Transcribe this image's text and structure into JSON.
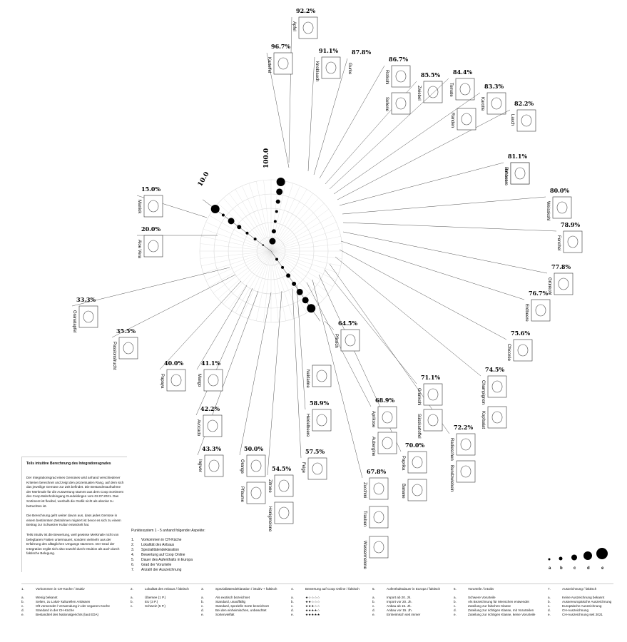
{
  "chart_data": {
    "type": "radial-bar",
    "axis_labels": [
      "100.0",
      "10.0"
    ],
    "categories": [
      "Apfel",
      "Kartoffel",
      "Knoblauch",
      "Gurke",
      "Rotkohl",
      "Zwiebel",
      "Tomate",
      "Karotte",
      "Lauch",
      "Himbeere",
      "Weisskohl",
      "Fenchel",
      "Grünkohl",
      "Erdbeere",
      "Chicorée",
      "Champignon",
      "Radieschen",
      "Grünkohl",
      "Paprika",
      "Zucchini",
      "Aprikose",
      "Heidelbeere",
      "Feige",
      "Pfirsich",
      "Zitrone",
      "Orange",
      "Ingwer",
      "Avocado",
      "Mango",
      "Papaya",
      "Passionsfrucht",
      "Granatapfel",
      "Aloe Vera",
      "Maniok",
      "Sellerie",
      "Randen",
      "Bohnen",
      "Kopfsalat",
      "Süsskartoffel",
      "Bundzwiebeln",
      "Banane",
      "Trauben",
      "Wassermelone",
      "Aubergine",
      "Nektarine",
      "Pflaume",
      "Honigmelone"
    ],
    "values": [
      92.2,
      96.7,
      91.1,
      87.8,
      86.7,
      85.5,
      84.4,
      83.3,
      82.2,
      81.1,
      80.0,
      78.9,
      77.8,
      76.7,
      75.6,
      74.5,
      72.2,
      71.1,
      70.0,
      67.8,
      68.9,
      58.9,
      57.5,
      64.5,
      54.5,
      50.0,
      43.3,
      42.2,
      41.1,
      40.0,
      35.5,
      33.3,
      20.0,
      15.0
    ],
    "value_labels": [
      "92.2%",
      "96.7%",
      "91.1%",
      "87.8%",
      "86.7%",
      "85.5%",
      "84.4%",
      "83.3%",
      "82.2%",
      "81.1%",
      "80.0%",
      "78.9%",
      "77.8%",
      "76.7%",
      "75.6%",
      "74.5%",
      "72.2%",
      "71.1%",
      "70.0%",
      "67.8%",
      "68.9%",
      "58.9%",
      "57.5%",
      "64.5%",
      "54.5%",
      "50.0%",
      "43.3%",
      "42.2%",
      "41.1%",
      "40.0%",
      "35.5%",
      "33.3%",
      "20.0%",
      "15.0%"
    ],
    "dot_scale": [
      "a",
      "b",
      "c",
      "d",
      "e"
    ]
  },
  "info": {
    "title": "Teils intuitive Berechnung des Integrationsgrades",
    "p1": "Der Integrationsgrad eines Gemüses wird anhand verschiedener Kriterien berechnet und zeigt den prozentualen Rang, auf dem sich das jeweilige Gemüse zur Zeit befindet. Die Bestandesaufnahme der Merkmale für die Auswertung stammt aus dem Coop Sortiment des Coop Bahnhofeingang Gundeldingen vom 02.07.2021. Das Sortiment ist flexibel, weshalb die Grafik nicht als absolut zu betrachten ist.",
    "p2": "Die Berechnung geht weiter davon aus, dass jedes Gemüse in einem bestimmten Zeitrahmen migriert ist bevor es sich zu einem Beitrag zur Schweizer Kultur entwickelt hat.",
    "p3": "Teils intuitiv ist die Bewertung, weil gewisse Merkmale nicht von belegbaren Fakten untermauert, sondern vielmehr aus der Erfahrung des alltäglichen Umgangs stammen. Der Grad der Integration ergibt sich also sowohl durch Intuition als auch durch faktische Belegung."
  },
  "points": {
    "head": "Punktesystem 1 - 5 anhand folgender Aspekte:",
    "items": [
      {
        "n": "1.",
        "t": "Vorkommen in CH-Küche"
      },
      {
        "n": "2.",
        "t": "Lokalität des Anbaus"
      },
      {
        "n": "3.",
        "t": "Spezialitätendeklaration"
      },
      {
        "n": "4.",
        "t": "Bewertung auf Coop Online"
      },
      {
        "n": "5.",
        "t": "Dauer des Aufenthalts in Europa"
      },
      {
        "n": "6.",
        "t": "Grad der Vorurteile"
      },
      {
        "n": "7.",
        "t": "Anzahl der Auszeichnung"
      }
    ]
  },
  "footer": [
    {
      "n": "1.",
      "t": "Vorkommen in CH-Küche / intuitiv",
      "items": [
        [
          "a.",
          "Wenig bekannt"
        ],
        [
          "b.",
          "Selten, zu Lokal- kulturellen Anlässen"
        ],
        [
          "c.",
          "Oft verwendet / Verwendung in der veganen Küche"
        ],
        [
          "d.",
          "Standard in der CH-Küche"
        ],
        [
          "e.",
          "Bestandteil des Nationalgerichts (laut EDA)"
        ]
      ]
    },
    {
      "n": "2.",
      "t": "Lokalität des Anbaus / faktisch",
      "items": [
        [
          "a.",
          "Übersee (1 P.)"
        ],
        [
          "b.",
          "EU (3 P.)"
        ],
        [
          "c.",
          "Schweiz (5 P.)"
        ]
      ]
    },
    {
      "n": "3.",
      "t": "Spezialitätendeklaration / intuitiv + faktisch",
      "items": [
        [
          "a.",
          "Als exotisch bezeichnet"
        ],
        [
          "b.",
          "Standard, unauffällig"
        ],
        [
          "c.",
          "Standard, spezielle Sorte bezeichnet"
        ],
        [
          "d.",
          "Bei den einheimischen, unbeachtet"
        ],
        [
          "e.",
          "Sortenvielfalt"
        ]
      ]
    },
    {
      "n": "4.",
      "t": "Bewertung auf Coop Online / faktisch",
      "items": [
        [
          "a.",
          "★☆☆☆☆"
        ],
        [
          "b.",
          "★★☆☆☆"
        ],
        [
          "c.",
          "★★★☆☆"
        ],
        [
          "d.",
          "★★★★☆"
        ],
        [
          "e.",
          "★★★★★"
        ]
      ]
    },
    {
      "n": "5.",
      "t": "Aufenthaltsdauer in Europa / faktisch",
      "items": [
        [
          "a.",
          "Import ab 20. Jh."
        ],
        [
          "b.",
          "Import vor 20. Jh."
        ],
        [
          "c.",
          "Anbau ab 15. Jh."
        ],
        [
          "d.",
          "Anbau vor 15. Jh."
        ],
        [
          "e.",
          "Einheimisch seit immer"
        ]
      ]
    },
    {
      "n": "6.",
      "t": "Vorurteile / intuitiv",
      "items": [
        [
          "a.",
          "Schwere Vorurteile"
        ],
        [
          "b.",
          "Als Bezeichnung für Menschen entwendet"
        ],
        [
          "c.",
          "Zuteilung zur falschen Klasse"
        ],
        [
          "d.",
          "Zuteilung zur richtigen Klasse, mit Vorurteilen"
        ],
        [
          "e.",
          "Zuteilung zur richtigen Klasse, keine Vorurteile"
        ]
      ]
    },
    {
      "n": "7.",
      "t": "Auszeichnung / faktisch",
      "items": [
        [
          "a.",
          "Keine Auszeichnung bekannt"
        ],
        [
          "b.",
          "Aussereuropäische Auszeichnung"
        ],
        [
          "c.",
          "Europäische Auszeichnung"
        ],
        [
          "d.",
          "CH-Auszeichnung"
        ],
        [
          "e.",
          "CH-Auszeichnung seit 2021"
        ]
      ]
    }
  ]
}
